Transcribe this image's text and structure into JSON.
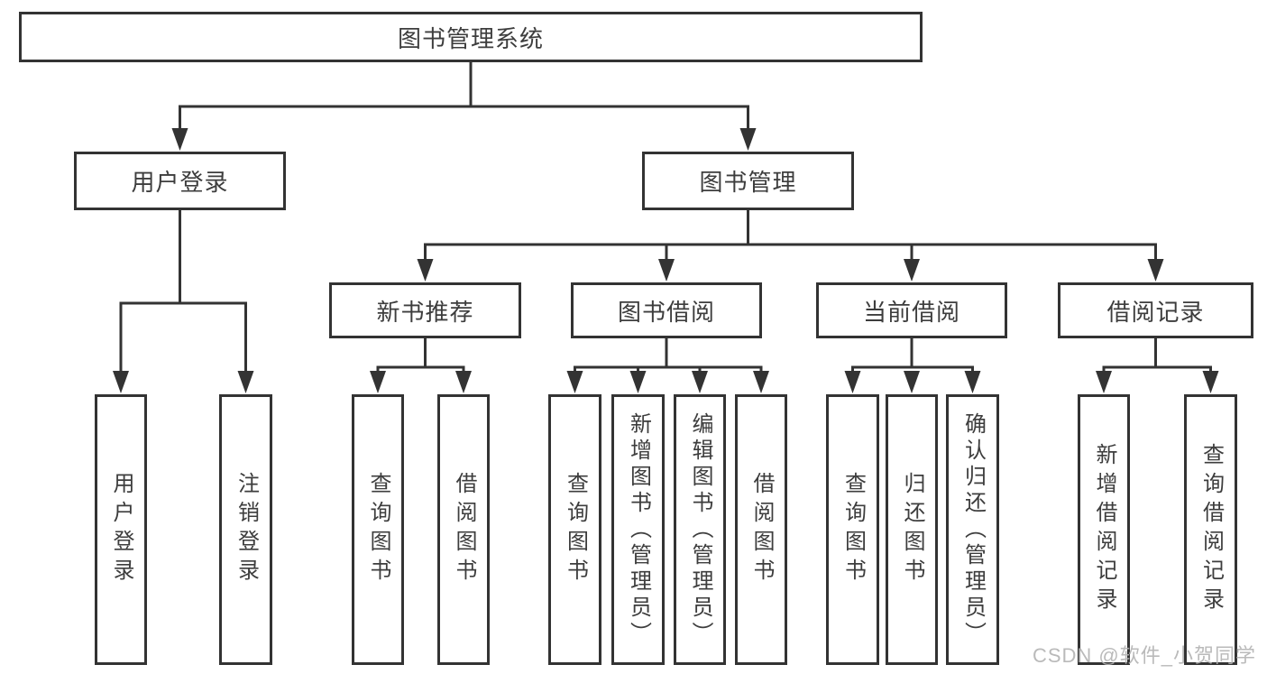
{
  "diagram": {
    "root": {
      "label": "图书管理系统",
      "children": [
        {
          "label": "用户登录",
          "children": [
            {
              "label": "用户登录"
            },
            {
              "label": "注销登录"
            }
          ]
        },
        {
          "label": "图书管理",
          "children": [
            {
              "label": "新书推荐",
              "children": [
                {
                  "label": "查询图书"
                },
                {
                  "label": "借阅图书"
                }
              ]
            },
            {
              "label": "图书借阅",
              "children": [
                {
                  "label": "查询图书"
                },
                {
                  "label": "新增图书（管理员）"
                },
                {
                  "label": "编辑图书（管理员）"
                },
                {
                  "label": "借阅图书"
                }
              ]
            },
            {
              "label": "当前借阅",
              "children": [
                {
                  "label": "查询图书"
                },
                {
                  "label": "归还图书"
                },
                {
                  "label": "确认归还（管理员）"
                }
              ]
            },
            {
              "label": "借阅记录",
              "children": [
                {
                  "label": "新增借阅记录"
                },
                {
                  "label": "查询借阅记录"
                }
              ]
            }
          ]
        }
      ]
    },
    "watermark": "CSDN @软件_小贺同学",
    "colors": {
      "line": "#333333",
      "text": "#3d3d3d",
      "watermark": "#b3b3b3",
      "background": "#ffffff"
    }
  }
}
